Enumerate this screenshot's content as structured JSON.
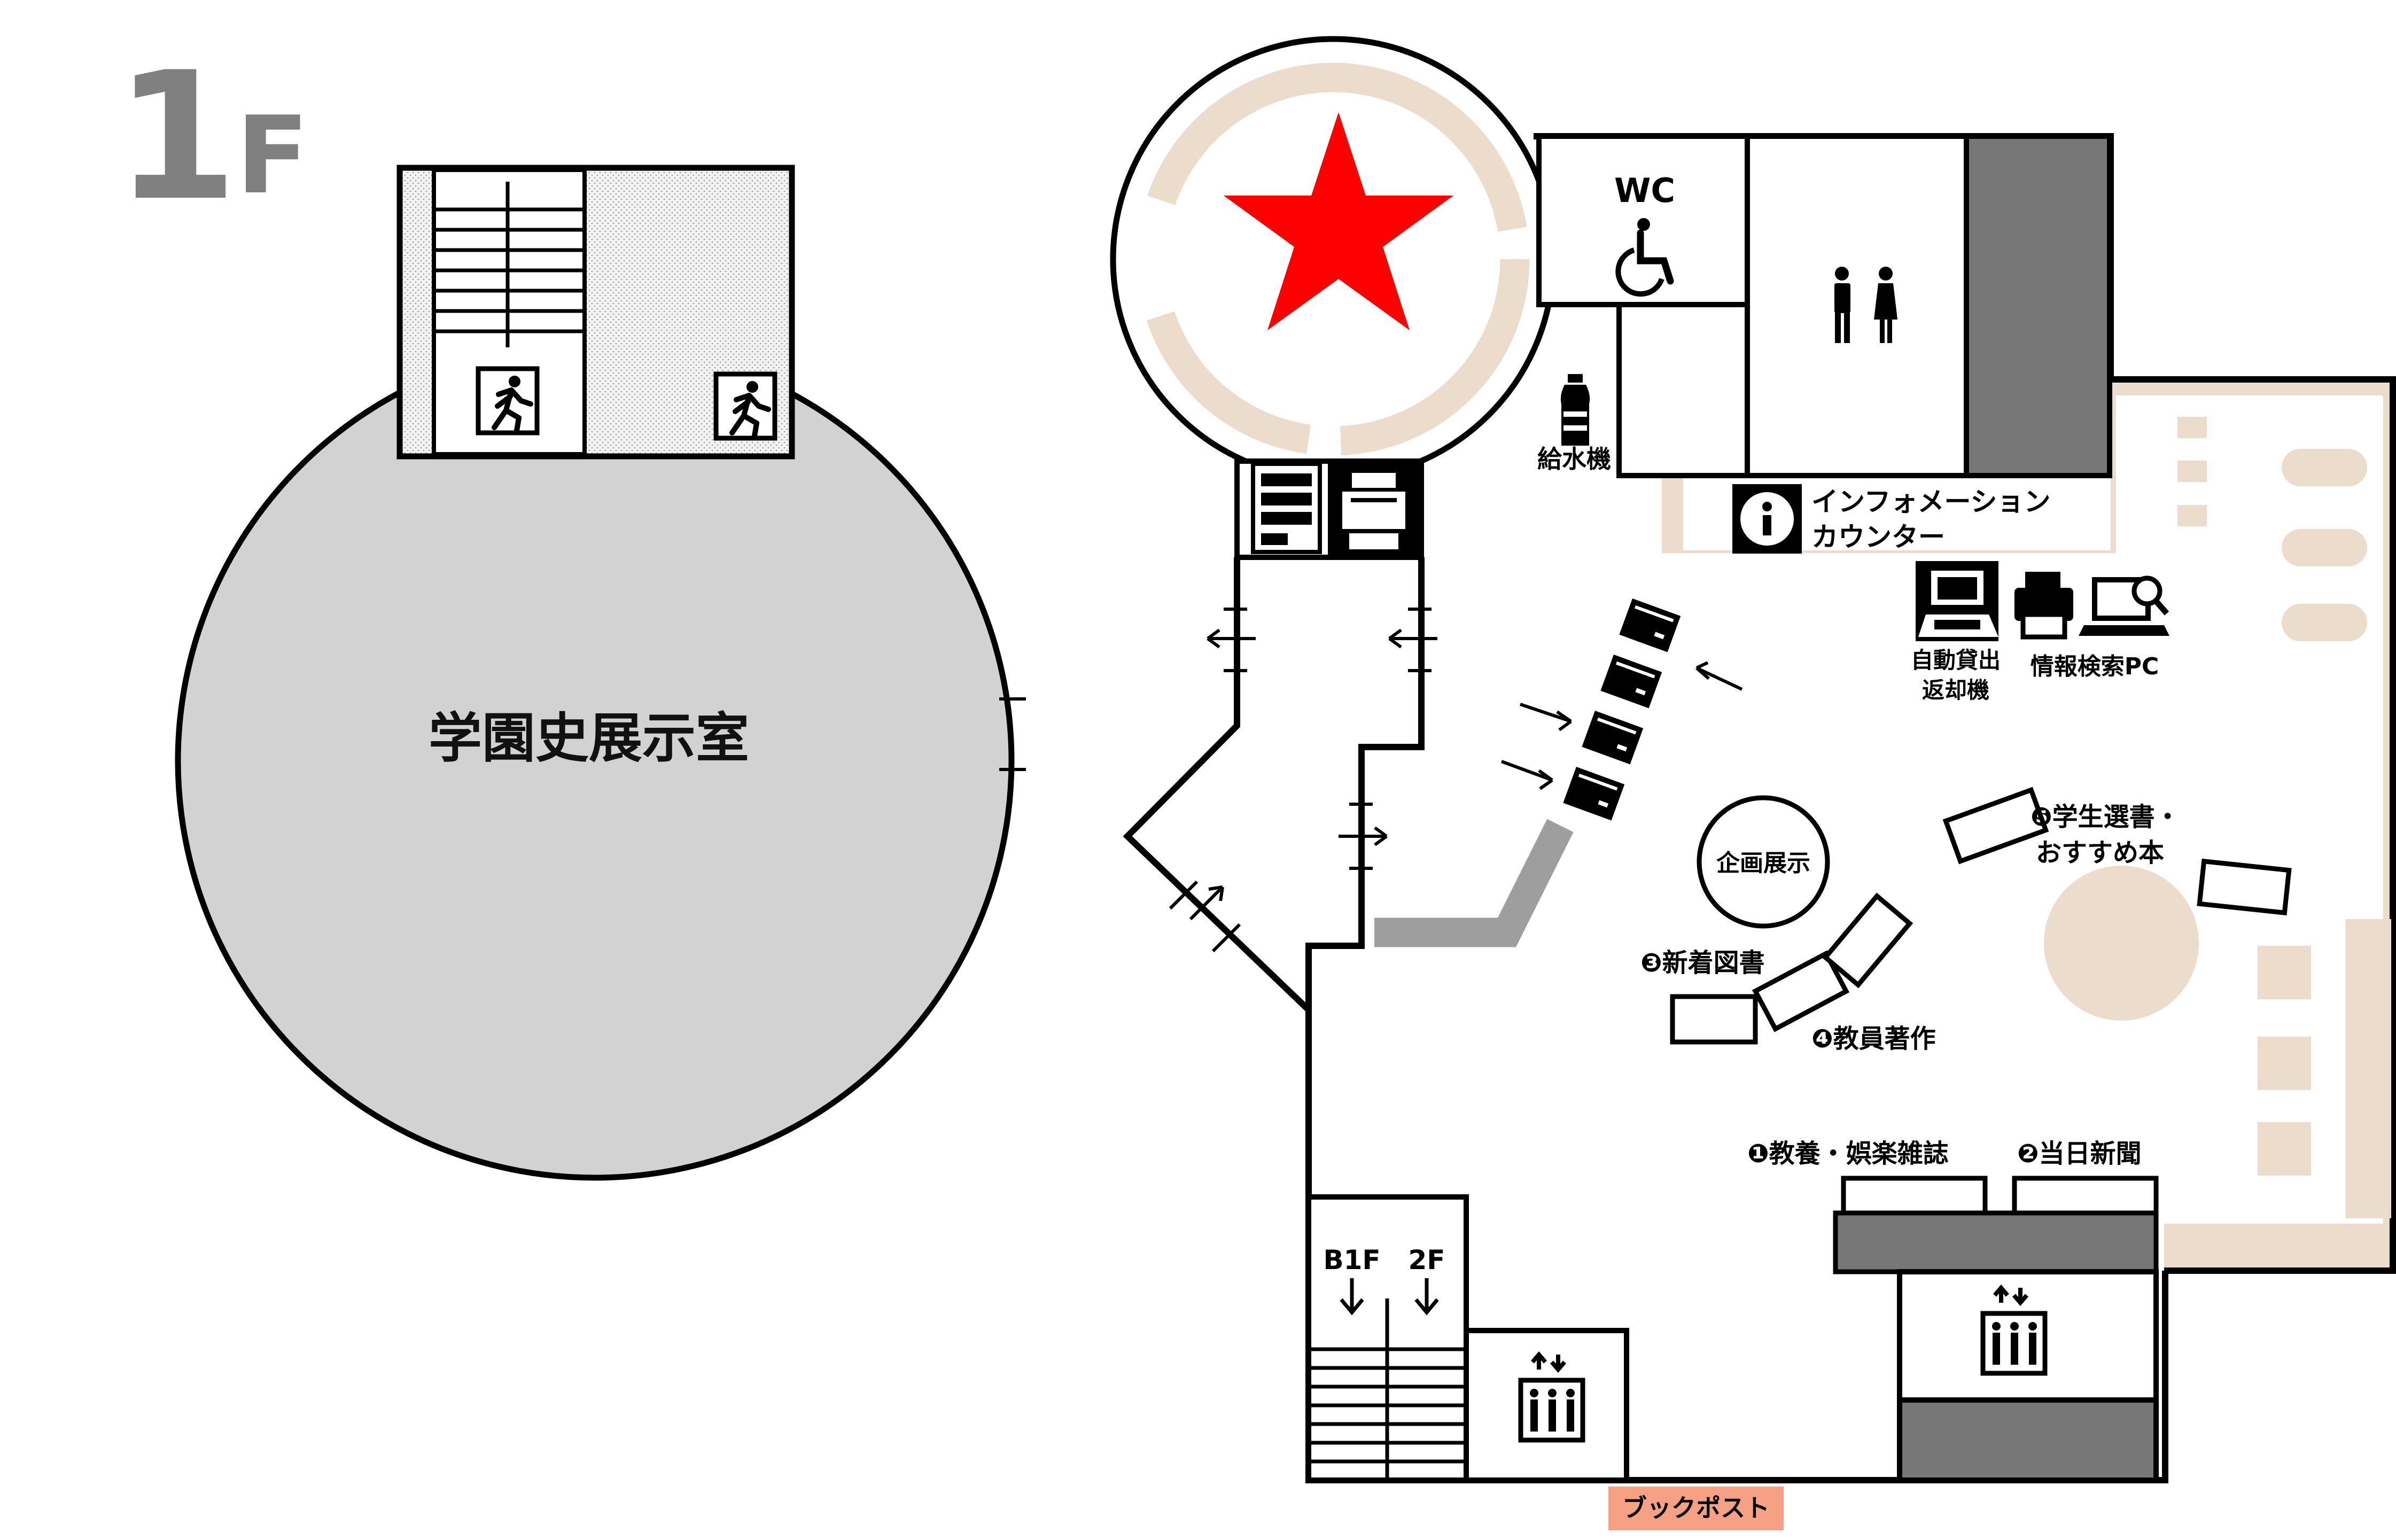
{
  "floor": {
    "number": "1",
    "unit": "F"
  },
  "rooms": {
    "history_room": "学園史展示室",
    "wc": "WC",
    "water": "給水機",
    "info_counter": [
      "インフォメーション",
      "カウンター"
    ],
    "self_checkout": [
      "自動貸出",
      "返却機"
    ],
    "opac": "情報検索PC",
    "exhibit": "企画展示"
  },
  "shelves": {
    "new_books": "❸新着図書",
    "faculty_works": "❹教員著作",
    "student_picks": [
      "❺学生選書・",
      "おすすめ本"
    ],
    "magazines": "❶教養・娯楽雑誌",
    "newspapers": "❷当日新聞"
  },
  "stairs": {
    "down": "B1F",
    "up": "2F"
  },
  "book_post": "ブックポスト",
  "colors": {
    "accent_star": "#ff0000",
    "beige": "#ecdccc",
    "grey_room": "#d3d2d3",
    "dark_grey": "#777777",
    "book_post": "#f7a184",
    "wall": "#000000",
    "floor_text": "#808080"
  }
}
